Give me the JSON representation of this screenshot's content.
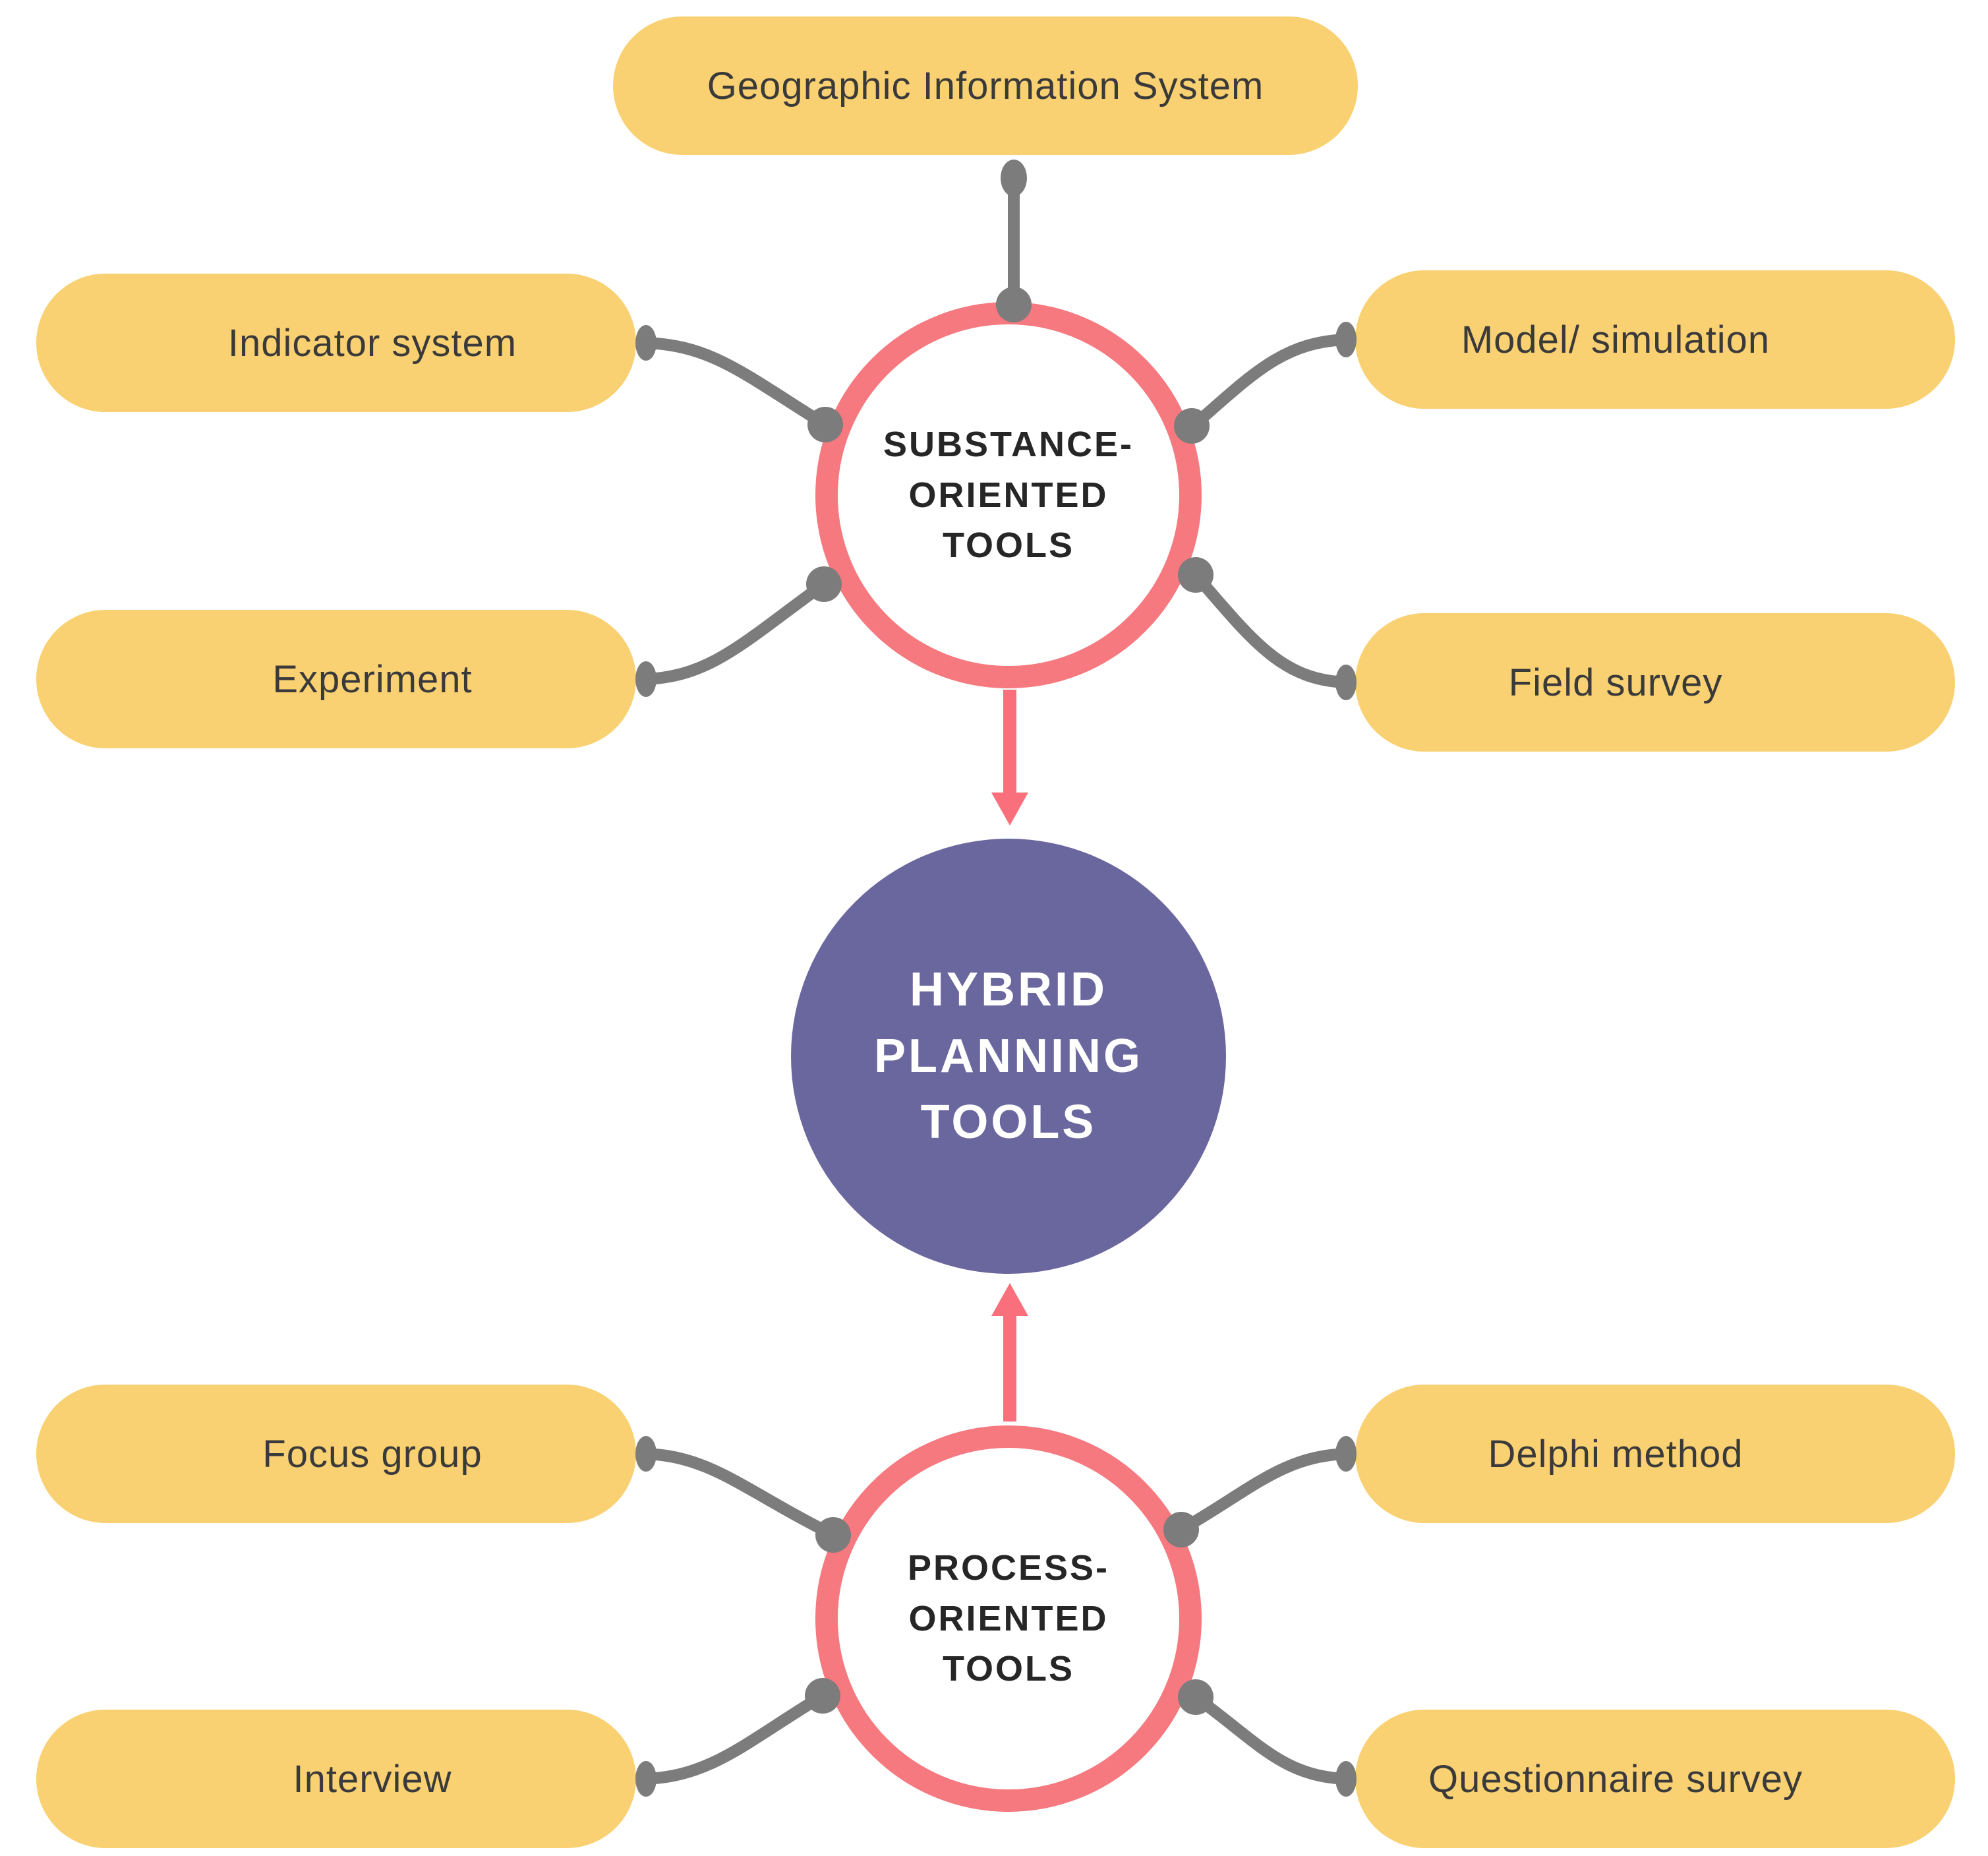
{
  "colors": {
    "pill_bg": "#f9d172",
    "pill_text": "#3a3a3a",
    "ring": "#f5797f",
    "ring_text": "#262626",
    "hub_bg": "#6a679e",
    "hub_text": "#ffffff",
    "connector": "#7c7c7c",
    "arrow": "#f96f7b",
    "background": "#ffffff"
  },
  "hub": {
    "label": "HYBRID PLANNING TOOLS"
  },
  "groups": [
    {
      "id": "substance",
      "label": "SUBSTANCE-ORIENTED TOOLS"
    },
    {
      "id": "process",
      "label": "PROCESS-ORIENTED TOOLS"
    }
  ],
  "tools": [
    {
      "label": "Geographic Information System",
      "group": "substance",
      "position": "top-center"
    },
    {
      "label": "Indicator system",
      "group": "substance",
      "position": "upper-left"
    },
    {
      "label": "Model/ simulation",
      "group": "substance",
      "position": "upper-right"
    },
    {
      "label": "Experiment",
      "group": "substance",
      "position": "lower-left"
    },
    {
      "label": "Field survey",
      "group": "substance",
      "position": "lower-right"
    },
    {
      "label": "Focus group",
      "group": "process",
      "position": "upper-left"
    },
    {
      "label": "Delphi method",
      "group": "process",
      "position": "upper-right"
    },
    {
      "label": "Interview",
      "group": "process",
      "position": "lower-left"
    },
    {
      "label": "Questionnaire survey",
      "group": "process",
      "position": "lower-right"
    }
  ],
  "connections": [
    {
      "from": "SUBSTANCE-ORIENTED TOOLS",
      "to": "HYBRID PLANNING TOOLS",
      "style": "pink-arrow-down"
    },
    {
      "from": "PROCESS-ORIENTED TOOLS",
      "to": "HYBRID PLANNING TOOLS",
      "style": "pink-arrow-up"
    }
  ]
}
